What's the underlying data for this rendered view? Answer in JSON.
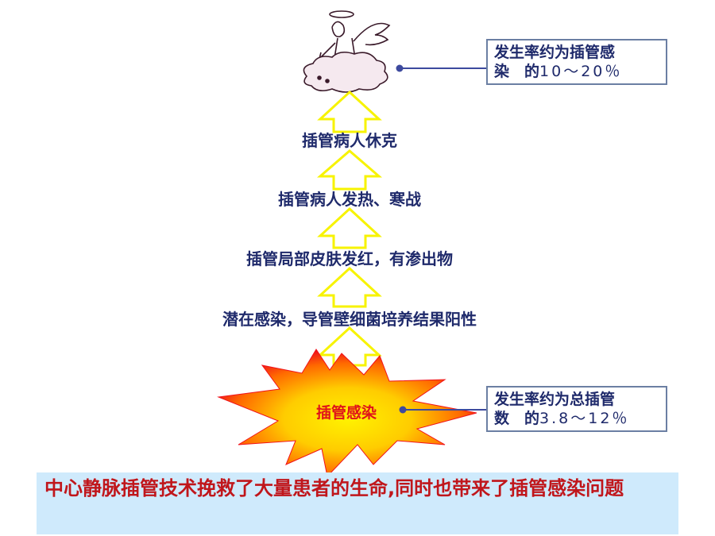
{
  "diagram": {
    "steps": [
      "插管病人休克",
      "插管病人发热、寒战",
      "插管局部皮肤发红，有渗出物",
      "潜在感染，导管壁细菌培养结果阳性"
    ],
    "burst_label": "插管感染",
    "callout_top": {
      "line1": "发生率约为插管感",
      "line2_text": "染　的",
      "line2_num": "10～20％"
    },
    "callout_bottom": {
      "line1": "发生率约为总插管",
      "line2_text": "数　的",
      "line2_num": "3.8～12％"
    },
    "summary": "中心静脉插管技术挽救了大量患者的生命,同时也带来了插管感染问题",
    "colors": {
      "step_text": "#1f2a6b",
      "arrow_fill": "#ffffff",
      "arrow_stroke": "#f7f300",
      "burst_outer": "#f0121a",
      "burst_inner": "#ffd400",
      "summary_bg": "#cfeafc",
      "summary_text": "#c0161b",
      "connector": "#3d4a9e"
    },
    "icons": [
      "angel-on-cloud-icon"
    ]
  }
}
